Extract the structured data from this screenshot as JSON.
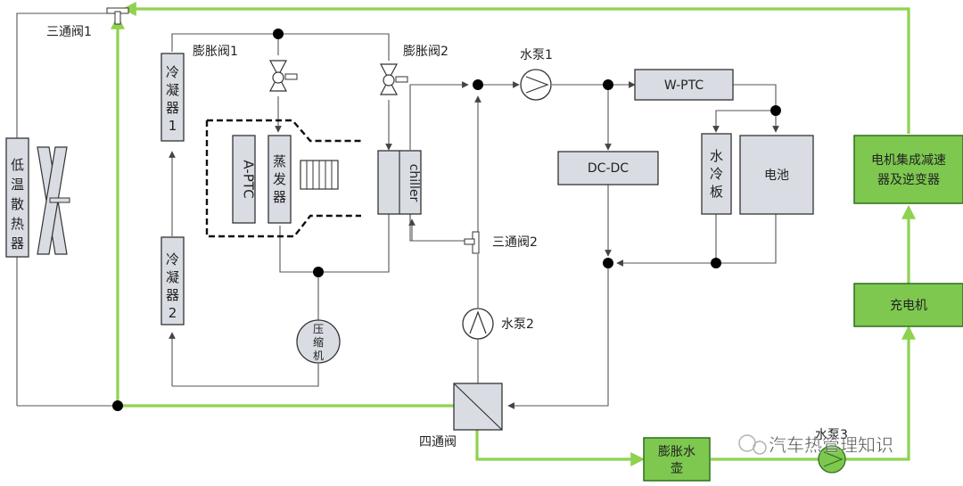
{
  "labels": {
    "three_way_valve_1": "三通阀1",
    "low_temp_radiator": [
      "低",
      "温",
      "散",
      "热",
      "器"
    ],
    "condenser_1": [
      "冷",
      "凝",
      "器",
      "1"
    ],
    "condenser_2": [
      "冷",
      "凝",
      "器",
      "2"
    ],
    "expansion_valve_1": "膨胀阀1",
    "expansion_valve_2": "膨胀阀2",
    "a_ptc": "A-PTC",
    "evaporator": [
      "蒸",
      "发",
      "器"
    ],
    "chiller": "chiller",
    "compressor": [
      "压",
      "缩",
      "机"
    ],
    "water_pump_1": "水泵1",
    "water_pump_2": "水泵2",
    "water_pump_3": "水泵3",
    "w_ptc": "W-PTC",
    "dc_dc": "DC-DC",
    "cold_plate": [
      "水",
      "冷",
      "板"
    ],
    "battery": "电池",
    "three_way_valve_2": "三通阀2",
    "four_way_valve": "四通阀",
    "expansion_tank": [
      "膨胀水",
      "壶"
    ],
    "charger": "充电机",
    "motor_reducer_inverter": [
      "电机集成减速",
      "器及逆变器"
    ],
    "watermark": "汽车热管理知识"
  },
  "colors": {
    "green_loop": "#8ed24f",
    "green_box": "#7ec850",
    "component_box": "#d9dde3"
  }
}
